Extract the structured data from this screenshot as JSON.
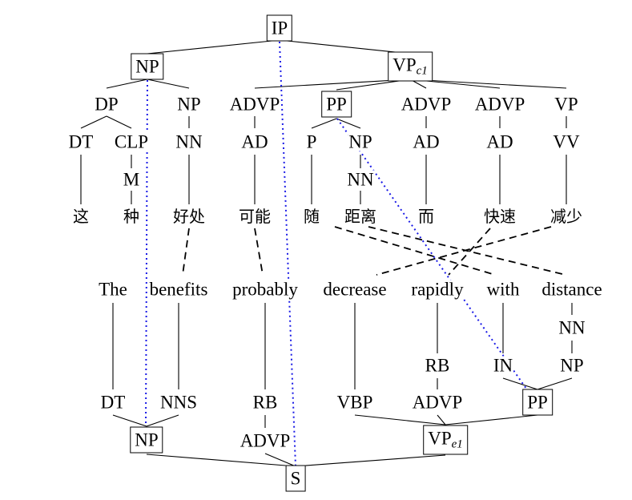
{
  "source_tree": {
    "root": "IP",
    "np": "NP",
    "vp": {
      "base": "VP",
      "sub": "c1"
    },
    "dp": "DP",
    "np2": "NP",
    "advp1": "ADVP",
    "pp": "PP",
    "advp2": "ADVP",
    "advp3": "ADVP",
    "vp2": "VP",
    "dt": "DT",
    "clp": "CLP",
    "nn1": "NN",
    "ad1": "AD",
    "p": "P",
    "np3": "NP",
    "ad2": "AD",
    "ad3": "AD",
    "vv": "VV",
    "m": "M",
    "nn2": "NN"
  },
  "source_words": [
    "这",
    "种",
    "好处",
    "可能",
    "随",
    "距离",
    "而",
    "快速",
    "减少"
  ],
  "target_words": [
    "The",
    "benefits",
    "probably",
    "decrease",
    "rapidly",
    "with",
    "distance"
  ],
  "target_tree": {
    "root": "S",
    "np": "NP",
    "advp": "ADVP",
    "vp": {
      "base": "VP",
      "sub": "e1"
    },
    "dt": "DT",
    "nns": "NNS",
    "rb": "RB",
    "vbp": "VBP",
    "advp2": "ADVP",
    "pp": "PP",
    "rb2": "RB",
    "in": "IN",
    "np2": "NP",
    "nn": "NN"
  }
}
